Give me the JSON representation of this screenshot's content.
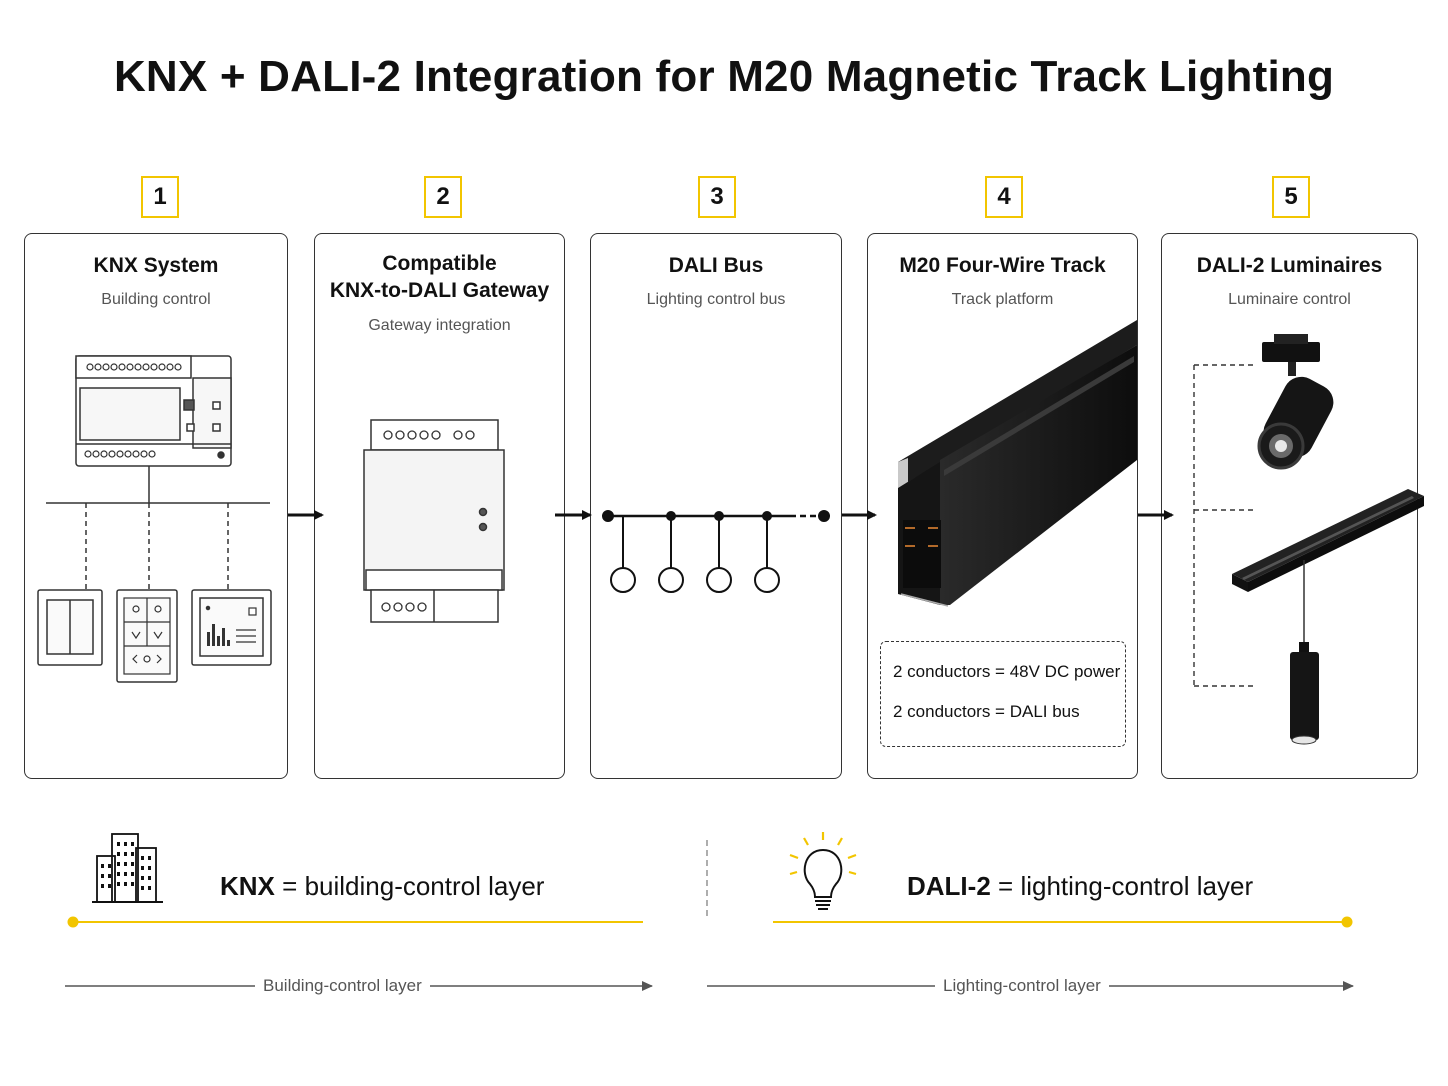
{
  "title": "KNX + DALI-2 Integration for M20 Magnetic Track Lighting",
  "steps": [
    {
      "num": "1",
      "title": "KNX System",
      "subtitle": "Building control"
    },
    {
      "num": "2",
      "title_line1": "Compatible",
      "title_line2": "KNX-to-DALI Gateway",
      "subtitle": "Gateway integration"
    },
    {
      "num": "3",
      "title": "DALI Bus",
      "subtitle": "Lighting control bus"
    },
    {
      "num": "4",
      "title": "M20 Four-Wire Track",
      "subtitle": "Track platform"
    },
    {
      "num": "5",
      "title": "DALI-2 Luminaires",
      "subtitle": "Luminaire control"
    }
  ],
  "track_conductors": [
    "2 conductors = 48V DC power",
    "2 conductors = DALI bus"
  ],
  "legend": {
    "knx_term": "KNX",
    "knx_eq": "=",
    "knx_desc": "building-control layer",
    "dali_term": "DALI-2",
    "dali_eq": "=",
    "dali_desc": "lighting-control layer"
  },
  "layers": {
    "building": "Building-control layer",
    "lighting": "Lighting-control layer"
  },
  "colors": {
    "accent": "#f2c500",
    "line": "#333333",
    "track": "#111111"
  }
}
